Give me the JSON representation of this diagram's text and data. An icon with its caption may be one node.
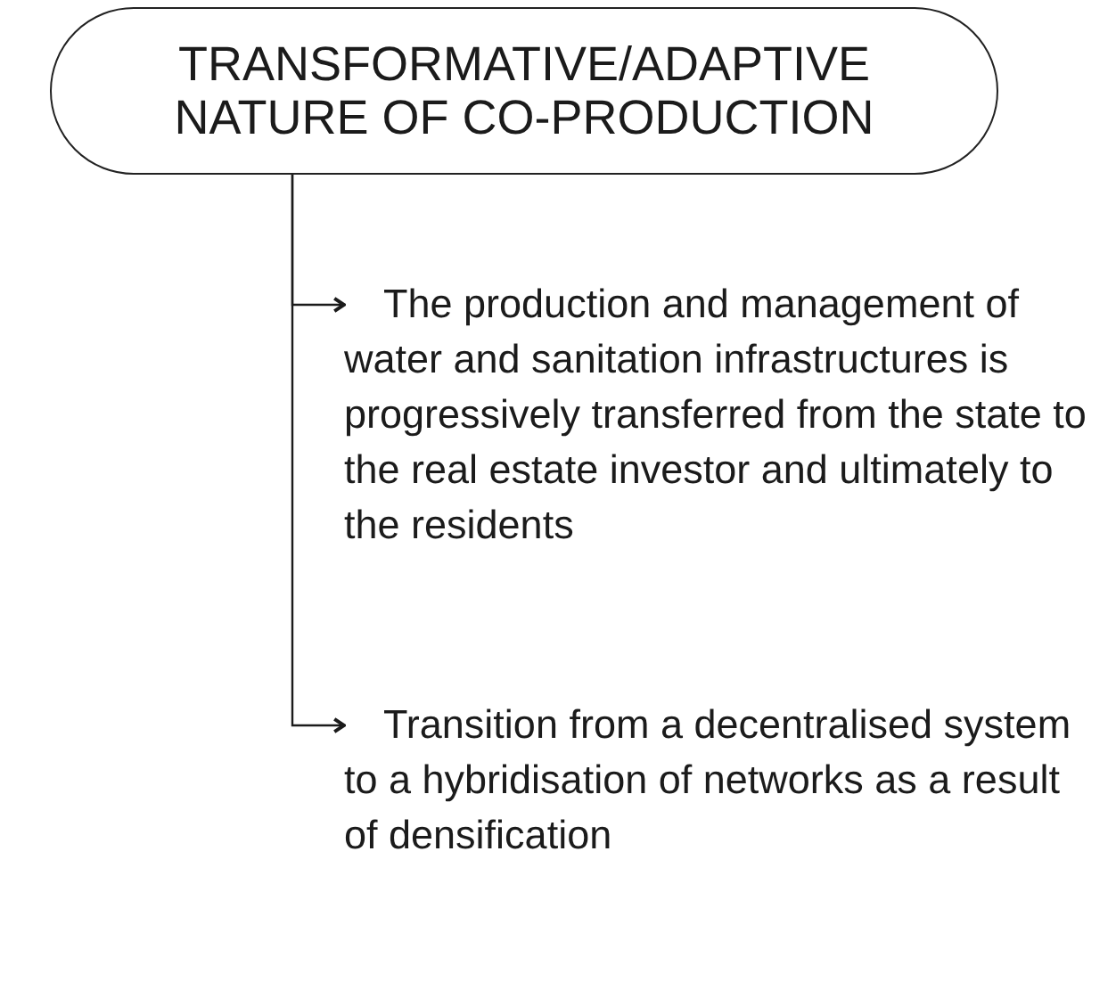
{
  "diagram": {
    "nodes": [
      {
        "text": [
          "TRANSFORMATIVE/ADAPTIVE NATURE OF CO-PRODUCTION"
        ]
      },
      {
        "text": [
          "The production and management of water and sanitation infrastructures is progressively transferred from the state to the real estate investor and ultimately to the residents"
        ]
      },
      {
        "text": [
          "Transition from a decentralised system to a hybridisation of networks as a result of densification"
        ]
      }
    ],
    "edges": [
      {
        "from": 0,
        "to": 1,
        "arrow": "to"
      },
      {
        "from": 0,
        "to": 2,
        "arrow": "to"
      }
    ]
  }
}
